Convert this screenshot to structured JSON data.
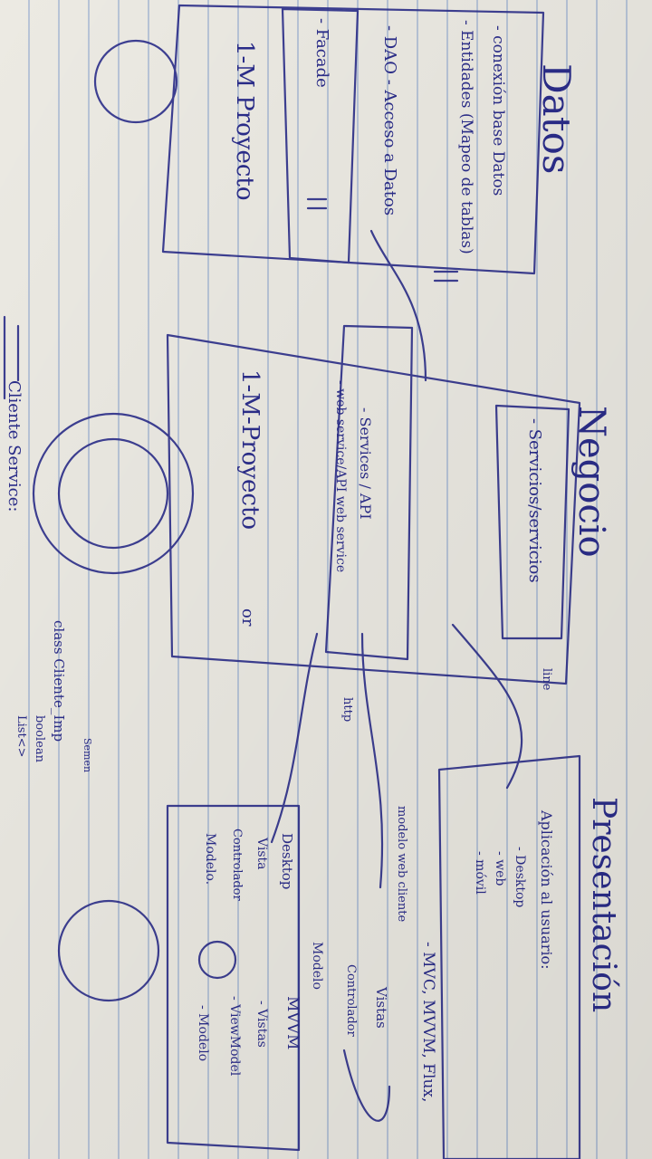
{
  "ink_color": "#2b2d8a",
  "paper_color": "#eceae3",
  "rule_color": "#8fa6cf",
  "layers": {
    "datos": {
      "title": "Datos",
      "items": [
        "- conexión base Datos",
        "- Entidades (Mapeo de tablas)",
        "- DAO - Acceso a Datos",
        "- Facade"
      ],
      "project": "1-M Proyecto"
    },
    "negocio": {
      "title": "Negocio",
      "servicios": "- Servicios/servicios",
      "services_api": "- Services / API",
      "web_service": "- web service/API web service",
      "project": "1-M-Proyecto",
      "or_label": "or",
      "arrow_label": "line",
      "http_label": "http"
    },
    "presentacion": {
      "title": "Presentación",
      "intro": "Aplicación al usuario:",
      "options": [
        "- Desktop",
        "- web",
        "- móvil"
      ],
      "patterns": "- MVC, MVVM, Flux,",
      "web_client": "modelo web cliente",
      "mvc_items": [
        "Vistas",
        "Controlador",
        "Modelo"
      ],
      "desktop_title": "Desktop",
      "desktop_items": [
        "Vista",
        "Controlador",
        "Modelo."
      ],
      "mvvm_title": "MVVM",
      "mvvm_items": [
        "- Vistas",
        "- ViewModel",
        "- Modelo"
      ]
    },
    "notes": {
      "side_label": "Cliente Service:",
      "class_line": "class Cliente_Imp",
      "sub1": "boolean",
      "sub2": "List<>",
      "tiny": "Semen"
    }
  }
}
